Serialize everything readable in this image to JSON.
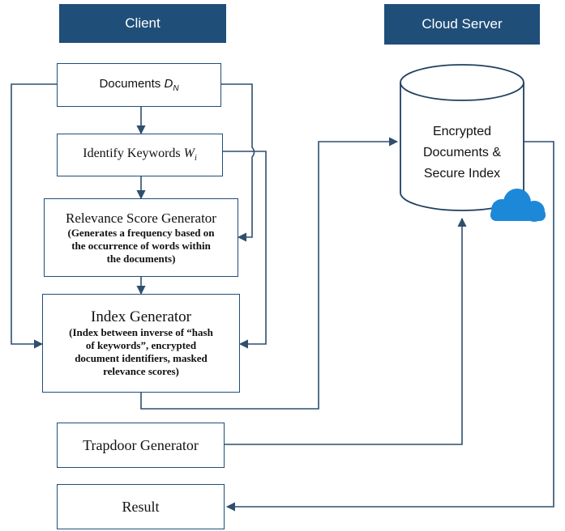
{
  "headers": {
    "client": "Client",
    "cloud_server": "Cloud Server"
  },
  "boxes": {
    "documents": {
      "label": "Documents ",
      "symbol": "D",
      "subscript": "N"
    },
    "identify_keywords": {
      "label": "Identify Keywords ",
      "symbol": "W",
      "subscript": "i"
    },
    "relevance": {
      "title": "Relevance Score Generator",
      "desc": [
        "(Generates a frequency based on",
        "the occurrence of words within",
        "the documents)"
      ]
    },
    "index": {
      "title": "Index Generator",
      "desc": [
        "(Index between inverse of “hash",
        "of keywords”, encrypted",
        "document identifiers, masked",
        "relevance scores)"
      ]
    },
    "trapdoor": {
      "label": "Trapdoor Generator"
    },
    "result": {
      "label": "Result"
    }
  },
  "database": {
    "lines": [
      "Encrypted",
      "Documents &",
      "Secure Index"
    ]
  },
  "colors": {
    "header_bg": "#1f4e79",
    "line": "#2e4f6e",
    "cloud": "#1e88d8"
  },
  "icons": {
    "cloud": "cloud-icon",
    "database": "database-cylinder"
  }
}
